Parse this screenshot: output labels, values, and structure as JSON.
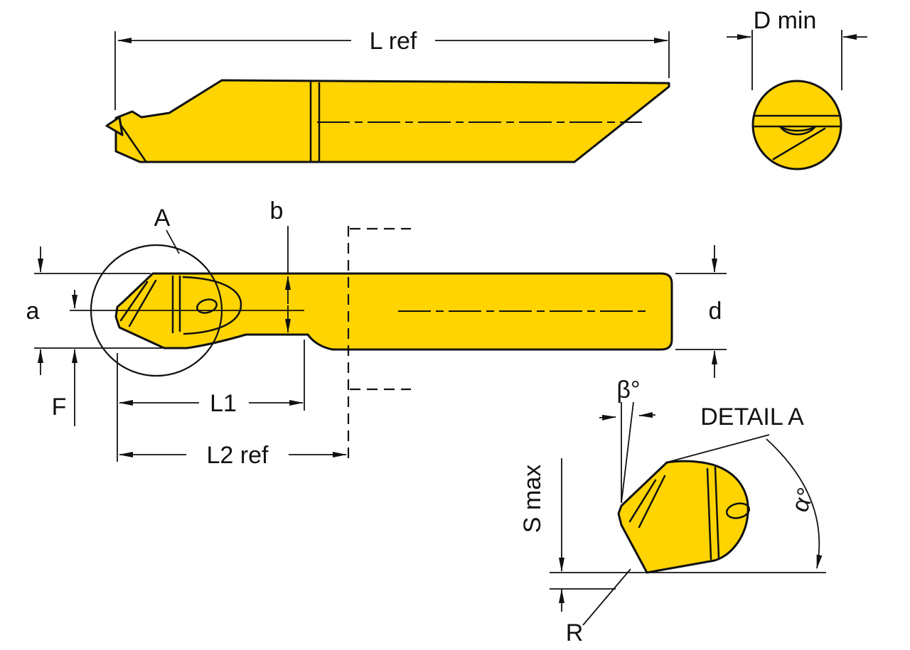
{
  "drawing": {
    "description": "Technical drawing of a boring / grooving tool with dimension callouts"
  },
  "colors": {
    "tool_fill": "#FFD400",
    "outline": "#111111",
    "background": "#FFFFFF"
  },
  "top_view": {
    "dim_label": "L ref"
  },
  "end_view": {
    "dim_label": "D min"
  },
  "main_view": {
    "detail_marker": "A",
    "dims": {
      "a": "a",
      "b": "b",
      "d": "d",
      "f": "F",
      "l1": "L1",
      "l2": "L2 ref"
    }
  },
  "detail_view": {
    "title": "DETAIL A",
    "dims": {
      "beta": "β°",
      "alpha": "α°",
      "s_max": "S max",
      "r": "R"
    }
  }
}
